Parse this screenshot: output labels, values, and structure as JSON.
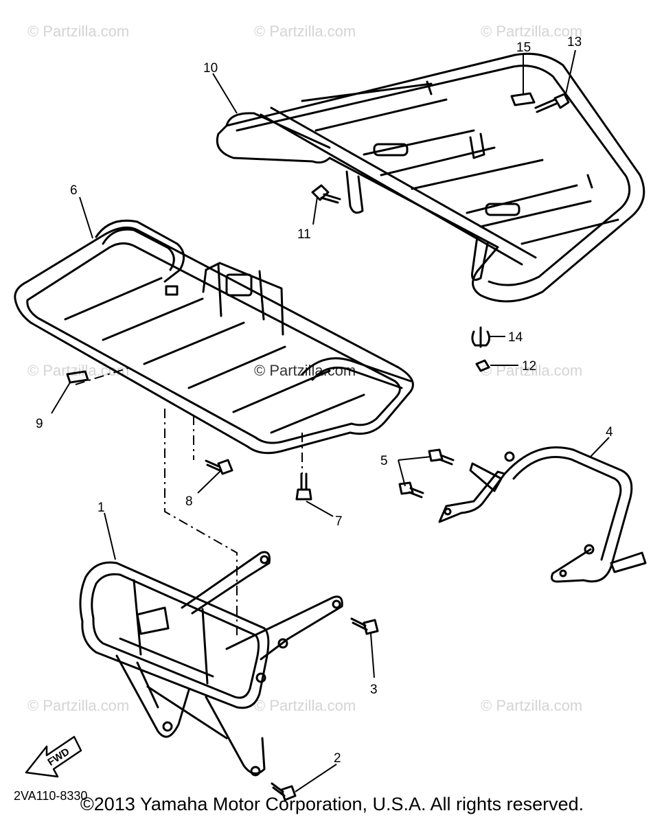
{
  "watermarks": [
    "© Partzilla.com",
    "© Partzilla.com",
    "© Partzilla.com",
    "© Partzilla.com",
    "© Partzilla.com",
    "© Partzilla.com",
    "© Partzilla.com",
    "© Partzilla.com",
    "© Partzilla.com"
  ],
  "callouts": [
    "1",
    "2",
    "3",
    "4",
    "5",
    "6",
    "7",
    "8",
    "9",
    "10",
    "11",
    "12",
    "13",
    "14",
    "15"
  ],
  "direction_label": "FWD",
  "diagram_code": "2VA110-8330",
  "copyright": "©2013 Yamaha Motor Corporation, U.S.A. All rights reserved."
}
